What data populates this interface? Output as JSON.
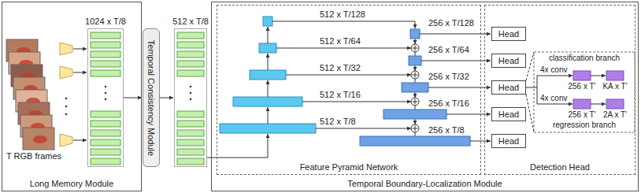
{
  "diagram": {
    "nodes": [
      {
        "text": [
          "Long Memory Module"
        ]
      },
      {
        "text": [
          "1024 x T/8"
        ],
        "in": 0
      },
      {
        "text": [
          "Temporal Consistency Module"
        ]
      },
      {
        "text": [
          "512 x T/8"
        ]
      },
      {
        "text": [
          "Temporal Boundary-Localization Module"
        ]
      },
      {
        "text": [
          "Feature Pyramid Network"
        ],
        "in": 4
      },
      {
        "text": [
          "Detection Head"
        ],
        "in": 4
      },
      {
        "text": [
          "Head"
        ],
        "in": 6
      },
      {
        "text": [
          "Head"
        ],
        "in": 6
      },
      {
        "text": [
          "Head"
        ],
        "in": 6
      },
      {
        "text": [
          "Head"
        ],
        "in": 6
      },
      {
        "text": [
          "Head"
        ],
        "in": 6
      }
    ],
    "edges": [
      {
        "from": 1,
        "to": 2,
        "arrow": "to"
      },
      {
        "from": 2,
        "to": 3,
        "arrow": "to"
      }
    ],
    "labels": [
      "T RGB frames",
      "512 x T/128",
      "512 x T/64",
      "512 x T/32",
      "512 x T/16",
      "512 x T/8",
      "256 x T/128",
      "256 x T/64",
      "256 x T/32",
      "256 x T/16",
      "256 x T/8",
      "classification branch",
      "4x conv",
      "256 x T'",
      "KA x T'",
      "4x conv",
      "256 x T'",
      "2A x T'",
      "regression branch"
    ]
  }
}
